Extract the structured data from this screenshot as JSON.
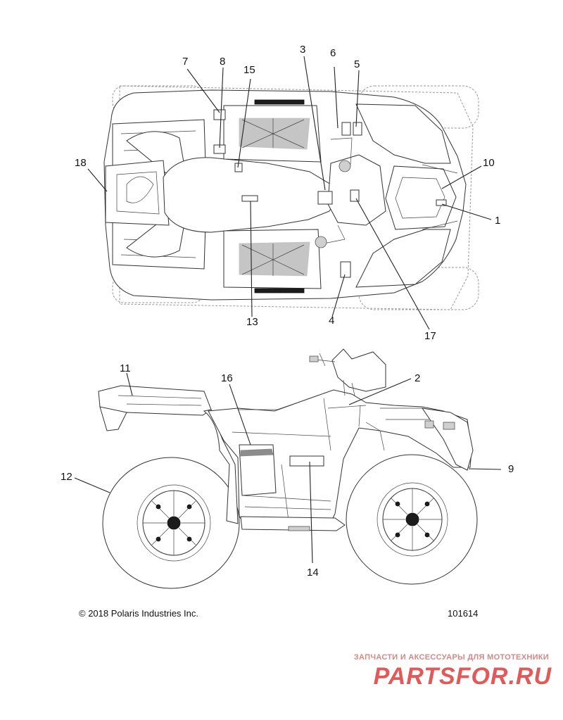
{
  "callouts": {
    "c1": "1",
    "c2": "2",
    "c3": "3",
    "c4": "4",
    "c5": "5",
    "c6": "6",
    "c7": "7",
    "c8": "8",
    "c9": "9",
    "c10": "10",
    "c11": "11",
    "c12": "12",
    "c13": "13",
    "c14": "14",
    "c15": "15",
    "c16": "16",
    "c17": "17",
    "c18": "18"
  },
  "footer": {
    "copyright": "© 2018 Polaris Industries Inc.",
    "figure_number": "101614"
  },
  "watermark": {
    "tagline": "ЗАПЧАСТИ И АКСЕССУАРЫ ДЛЯ МОТОТЕХНИКИ",
    "brand": "PARTSFOR.RU",
    "colors": {
      "tagline": "#d08a8a",
      "brand": "#e05a5a"
    }
  }
}
